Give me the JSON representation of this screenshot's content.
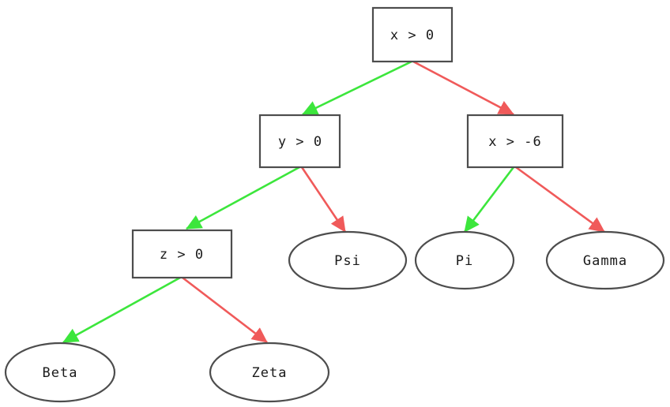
{
  "diagram": {
    "title": "decision-tree",
    "background_color": "#ffffff",
    "node_stroke_color": "#4d4d4d",
    "node_fill_color": "#ffffff",
    "text_color": "#1a1a1a",
    "true_edge_color": "#3ce63c",
    "false_edge_color": "#f05a5a"
  },
  "nodes": {
    "root": {
      "label": "x > 0",
      "shape": "rect"
    },
    "left_decision": {
      "label": "y > 0",
      "shape": "rect"
    },
    "right_decision": {
      "label": "x > -6",
      "shape": "rect"
    },
    "left_left_decision": {
      "label": "z > 0",
      "shape": "rect"
    },
    "leaf_beta": {
      "label": "Beta",
      "shape": "ellipse"
    },
    "leaf_zeta": {
      "label": "Zeta",
      "shape": "ellipse"
    },
    "leaf_psi": {
      "label": "Psi",
      "shape": "ellipse"
    },
    "leaf_pi": {
      "label": "Pi",
      "shape": "ellipse"
    },
    "leaf_gamma": {
      "label": "Gamma",
      "shape": "ellipse"
    }
  },
  "edges": [
    {
      "from": "root",
      "to": "left_decision",
      "branch": "true",
      "color": "#3ce63c"
    },
    {
      "from": "root",
      "to": "right_decision",
      "branch": "false",
      "color": "#f05a5a"
    },
    {
      "from": "left_decision",
      "to": "left_left_decision",
      "branch": "true",
      "color": "#3ce63c"
    },
    {
      "from": "left_decision",
      "to": "leaf_psi",
      "branch": "false",
      "color": "#f05a5a"
    },
    {
      "from": "right_decision",
      "to": "leaf_pi",
      "branch": "true",
      "color": "#3ce63c"
    },
    {
      "from": "right_decision",
      "to": "leaf_gamma",
      "branch": "false",
      "color": "#f05a5a"
    },
    {
      "from": "left_left_decision",
      "to": "leaf_beta",
      "branch": "true",
      "color": "#3ce63c"
    },
    {
      "from": "left_left_decision",
      "to": "leaf_zeta",
      "branch": "false",
      "color": "#f05a5a"
    }
  ]
}
